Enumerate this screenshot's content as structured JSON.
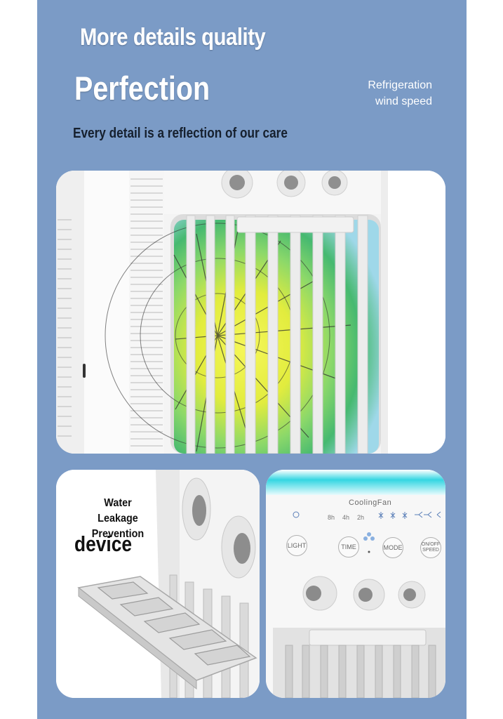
{
  "header": {
    "title_line1": "More details quality",
    "title_line2": "Perfection",
    "subtitle": "Every detail is a reflection of our care",
    "side_line1": "Refrigeration",
    "side_line2": "wind speed"
  },
  "leak_card": {
    "line1": "Water Leakage",
    "line2": "Prevention",
    "big": "device"
  },
  "control_card": {
    "brand": "CoolingFan",
    "timer_labels": [
      "8h",
      "4h",
      "2h"
    ],
    "buttons": {
      "light": "LIGHT",
      "time": "TIME",
      "mode": "MODE",
      "onoff": "ON/OFF",
      "speed": "SPEED"
    }
  },
  "colors": {
    "panel": "#7b9bc6",
    "card": "#ffffff",
    "glow": "#34d6e2"
  }
}
